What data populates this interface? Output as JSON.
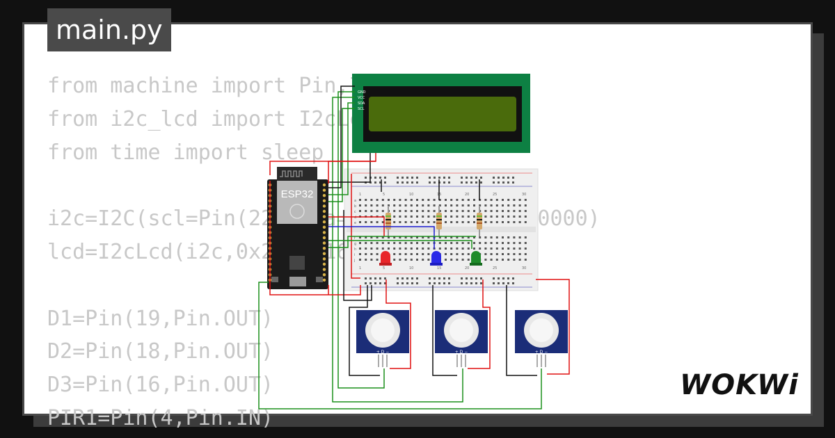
{
  "tab": {
    "filename": "main.py"
  },
  "code": {
    "lines": [
      "from machine import Pin,I2C",
      "from i2c_lcd import I2cLcd",
      "from time import sleep",
      "",
      "i2c=I2C(scl=Pin(22),sda=Pin(21),freq=400000)",
      "lcd=I2cLcd(i2c,0x27,2,16)",
      "",
      "D1=Pin(19,Pin.OUT)",
      "D2=Pin(18,Pin.OUT)",
      "D3=Pin(16,Pin.OUT)",
      "PIR1=Pin(4,Pin.IN)"
    ]
  },
  "circuit": {
    "mcu_label": "ESP32",
    "lcd_pins": [
      "GND",
      "VCC",
      "SDA",
      "SCL"
    ],
    "breadboard_numbers": [
      "1",
      "5",
      "10",
      "15",
      "20",
      "25",
      "30"
    ],
    "breadboard_rows": [
      "a",
      "b",
      "c",
      "d",
      "e",
      "f",
      "g",
      "h",
      "i",
      "j"
    ],
    "pir_pin_labels": "+ D −",
    "led_colors": [
      "#e8262a",
      "#2a2ae8",
      "#1e8c2a"
    ],
    "wire_colors": {
      "power": "#e01010",
      "ground": "#111111",
      "signal_green": "#1a8f1a",
      "signal_blue": "#1a1ad0"
    }
  },
  "brand": {
    "logo_text": "WOKWi"
  },
  "colors": {
    "background": "#111111",
    "card": "#ffffff",
    "tab": "#4a4a4a",
    "code": "#c8c8c8",
    "lcd_pcb": "#0d8043",
    "lcd_screen": "#4a6b0c"
  }
}
